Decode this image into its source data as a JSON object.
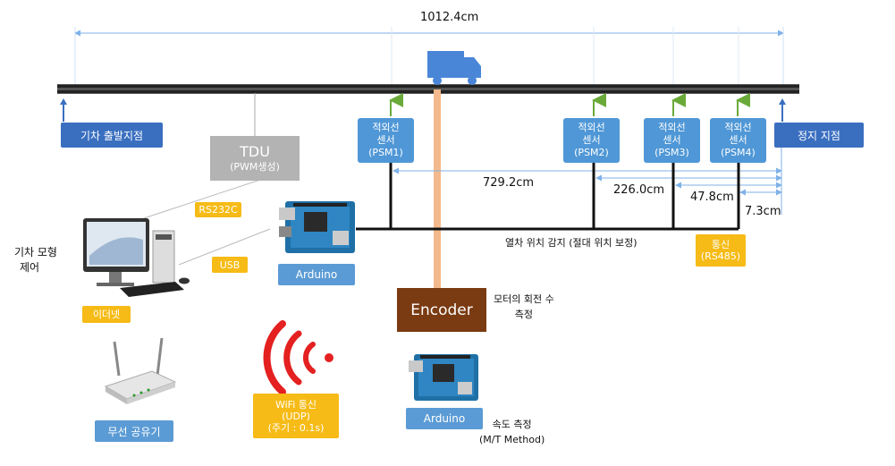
{
  "distances": {
    "total": "1012.4cm",
    "psm1": "729.2cm",
    "psm2": "226.0cm",
    "psm3": "47.8cm",
    "psm4": "7.3cm"
  },
  "track": {
    "start_label": "기차 출발지점",
    "stop_label": "정지 지점"
  },
  "tdu": {
    "title": "TDU",
    "subtitle": "(PWM생성)"
  },
  "sensors": [
    {
      "line1": "적외선",
      "line2": "센서",
      "line3": "(PSM1)"
    },
    {
      "line1": "적외선",
      "line2": "센서",
      "line3": "(PSM2)"
    },
    {
      "line1": "적외선",
      "line2": "센서",
      "line3": "(PSM3)"
    },
    {
      "line1": "적외선",
      "line2": "센서",
      "line3": "(PSM4)"
    }
  ],
  "bus": {
    "label": "열차 위치 감지 (절대 위치 보정)",
    "comm_line1": "통신",
    "comm_line2": "(RS485)"
  },
  "pc": {
    "label_line1": "기차 모형",
    "label_line2": "제어",
    "rs232": "RS232C",
    "usb": "USB",
    "ethernet": "이더넷"
  },
  "arduino_main": {
    "label": "Arduino"
  },
  "arduino_speed": {
    "label": "Arduino"
  },
  "encoder": {
    "label": "Encoder",
    "desc_line1": "모터의 회전 수",
    "desc_line2": "측정"
  },
  "speed": {
    "line1": "속도 측정",
    "line2": "(M/T Method)"
  },
  "router": {
    "label": "무선 공유기"
  },
  "wifi": {
    "line1": "WiFi 통신",
    "line2": "(UDP)",
    "line3": "(주기 : 0.1s)"
  },
  "colors": {
    "track": "#444444",
    "sensor_blue": "#4f97d6",
    "label_blue": "#3a6fc0",
    "yellow": "#f6bb16",
    "encoder_brown": "#7a3b12",
    "encoder_shaft": "#f3b98c",
    "tdu_gray": "#b3b3b3",
    "wifi_red": "#e42020",
    "arrow_green": "#6aaa3a",
    "dimension_blue": "#7fb2e8"
  }
}
